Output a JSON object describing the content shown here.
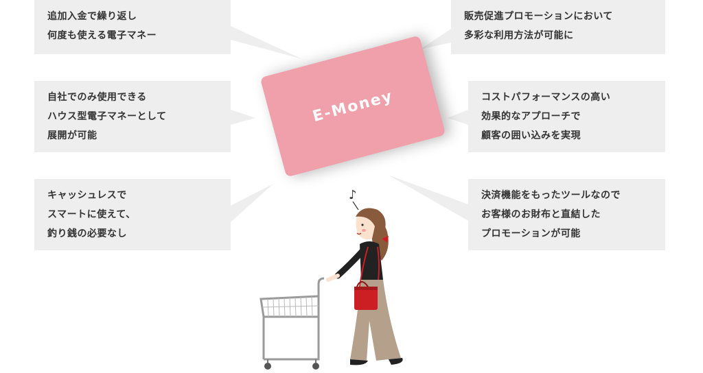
{
  "card": {
    "label": "E-Money"
  },
  "music_note": "♪",
  "bubbles": {
    "reloadable": [
      "追加入金で繰り返し",
      "何度も使える電子マネー"
    ],
    "in_house": [
      "自社でのみ使用できる",
      "ハウス型電子マネーとして",
      "展開が可能"
    ],
    "cashless": [
      "キャッシュレスで",
      "スマートに使えて、",
      "釣り銭の必要なし"
    ],
    "promotion": [
      "販売促進プロモーションにおいて",
      "多彩な利用方法が可能に"
    ],
    "cost_effective": [
      "コストパフォーマンスの高い",
      "効果的なアプローチで",
      "顧客の囲い込みを実現"
    ],
    "wallet": [
      "決済機能をもったツールなので",
      "お客様のお財布と直結した",
      "プロモーションが可能"
    ]
  },
  "colors": {
    "bubble_bg": "#eeeeee",
    "card_pink": "#f0a0ab",
    "text": "#333333",
    "bag_red": "#cc1f24",
    "skirt_beige": "#b5a08c"
  },
  "icons": [
    "credit-card-icon",
    "shopping-cart-icon",
    "woman-shopper-icon",
    "music-note-icon",
    "handbag-icon"
  ]
}
